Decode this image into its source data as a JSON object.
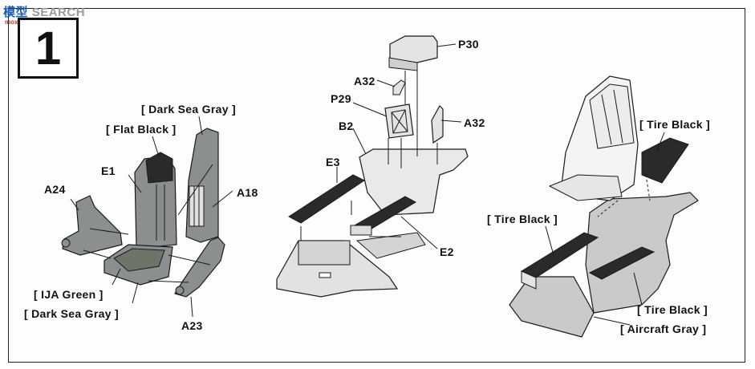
{
  "watermark": {
    "text_a": "模型",
    "text_b": "SEARCH",
    "url": "moxing.shou.com"
  },
  "step": {
    "number": "1"
  },
  "labels": {
    "dark_sea_gray_top": "[ Dark Sea Gray ]",
    "flat_black": "[ Flat Black ]",
    "e1": "E1",
    "a18": "A18",
    "a24": "A24",
    "ija_green": "[ IJA Green ]",
    "dark_sea_gray_bottom": "[ Dark Sea Gray ]",
    "a23": "A23",
    "p30": "P30",
    "a32_left": "A32",
    "p29": "P29",
    "a32_right": "A32",
    "b2": "B2",
    "e3": "E3",
    "e2": "E2",
    "tire_black_top": "[ Tire Black ]",
    "tire_black_left": "[ Tire Black ]",
    "tire_black_bottom": "[ Tire Black ]",
    "aircraft_gray": "[ Aircraft Gray ]"
  },
  "colors": {
    "dark_sea_gray": "#8c8f90",
    "flat_black": "#2a2a2a",
    "ija_green": "#6f7468",
    "aircraft_gray": "#c9cbc8",
    "line": "#1a1a1a"
  }
}
